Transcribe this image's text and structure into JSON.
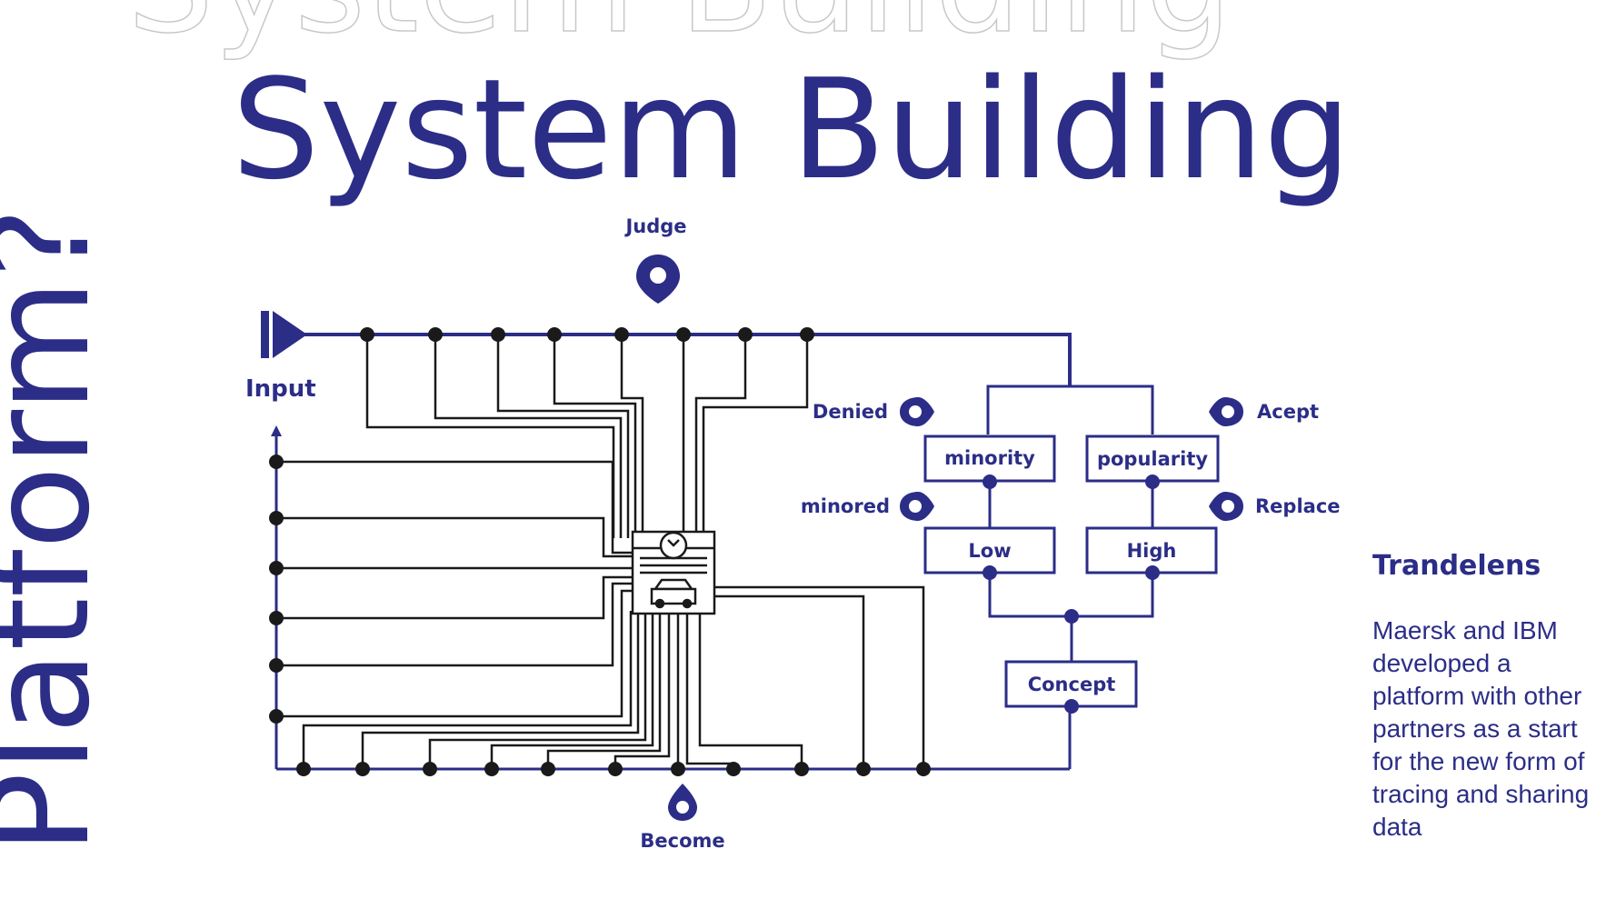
{
  "slide": {
    "side_title": "Platform?",
    "ghost_title": "System Building",
    "title": "System Building"
  },
  "diagram": {
    "labels": {
      "judge": "Judge",
      "input": "Input",
      "become": "Become",
      "denied": "Denied",
      "minored": "minored",
      "acept": "Acept",
      "replace": "Replace"
    },
    "boxes": {
      "minority": "minority",
      "popularity": "popularity",
      "low": "Low",
      "high": "High",
      "concept": "Concept"
    },
    "center_icon": "garage-repair-icon"
  },
  "panel": {
    "heading": "Trandelens",
    "body": "Maersk and IBM developed a platform with other partners as a start for the new form of tracing and sharing data"
  },
  "colors": {
    "primary": "#2b2d87",
    "line": "#1a1a1a",
    "ghost_outline": "#c8c8c8"
  }
}
